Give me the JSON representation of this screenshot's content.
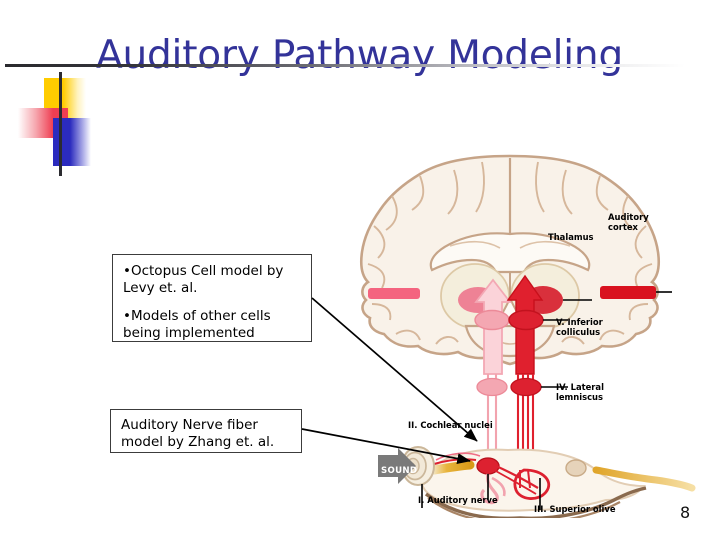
{
  "slide": {
    "title": "Auditory Pathway Modeling",
    "number": "8",
    "title_color": "#333399",
    "background_color": "#ffffff"
  },
  "logo": {
    "name": "decorative-logo",
    "yellow": "#ffcc00",
    "red": "#ef3e52",
    "blue": "#2b2bbe",
    "line": "#2a2a2e"
  },
  "callouts": [
    {
      "id": "octopus-cell",
      "lines": [
        "•Octopus Cell model by Levy et. al.",
        "•Models of other cells being implemented"
      ],
      "line1": "•Octopus Cell model by Levy et. al.",
      "line2": "•Models of other cells being implemented"
    },
    {
      "id": "auditory-nerve",
      "line1": "Auditory Nerve fiber model by Zhang et. al."
    }
  ],
  "figure": {
    "name": "auditory-pathway-diagram",
    "sound_label": "SOUND",
    "labels": {
      "auditory_cortex": "Auditory\ncortex",
      "thalamus": "Thalamus",
      "inferior_colliculus": "V. Inferior\ncolliculus",
      "lateral_lemniscus": "IV. Lateral\nlemniscus",
      "cochlear_nuclei": "II. Cochlear nuclei",
      "auditory_nerve": "I. Auditory nerve",
      "superior_olive": "III. Superior olive"
    },
    "colors": {
      "brain_fill": "#f7efe6",
      "brain_outline": "#c9a98c",
      "cortex_band_left": "#f4647f",
      "cortex_band_right": "#d9121f",
      "thalamus_left": "#ee8295",
      "thalamus_right": "#d9303c",
      "pathway_light": "#f2a3ae",
      "pathway_dark": "#e0202e",
      "nerve": "#e8a317",
      "sound_arrow": "#7a7a7a"
    }
  }
}
